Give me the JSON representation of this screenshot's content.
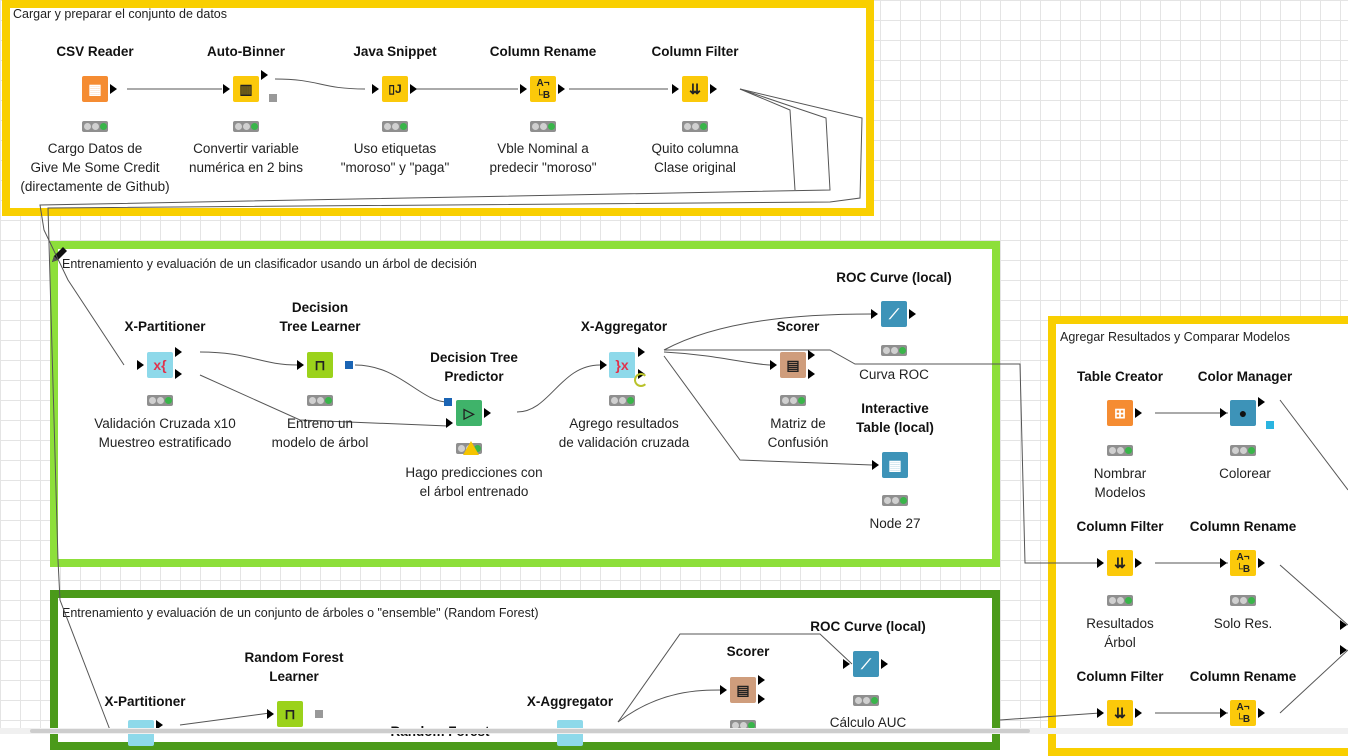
{
  "colors": {
    "annotation_yellow": "#f9cf00",
    "annotation_light_green": "#8ddf3a",
    "annotation_dark_green": "#4b9a1a",
    "source_orange": "#f58c32",
    "manipulator_yellow": "#fbc90a",
    "learner_green": "#9bd21b",
    "predictor_green": "#3fb36a",
    "loop_blue": "#8ed9ea",
    "view_blue": "#3d93b8",
    "other_tan": "#cf9d7c"
  },
  "annotations": {
    "data_prep": "Cargar y preparar el conjunto de datos",
    "decision_tree": "Entrenamiento y evaluación de un clasificador usando un árbol de decisión",
    "random_forest": "Entrenamiento y evaluación de un conjunto de árboles o \"ensemble\" (Random Forest)",
    "compare": "Agregar Resultados y Comparar Modelos"
  },
  "nodes": {
    "csv_reader": {
      "title": "CSV Reader",
      "label": "Cargo Datos de\nGive Me Some Credit\n(directamente de Github)",
      "icon": "table-arrow-icon"
    },
    "auto_binner": {
      "title": "Auto-Binner",
      "label": "Convertir variable\nnumérica en 2 bins",
      "icon": "binner-icon"
    },
    "java_snippet": {
      "title": "Java Snippet",
      "label": "Uso etiquetas\n\"moroso\" y \"paga\"",
      "icon": "java-doc-icon"
    },
    "column_rename_1": {
      "title": "Column Rename",
      "label": "Vble Nominal a\npredecir \"moroso\"",
      "icon": "rename-icon"
    },
    "column_filter_1": {
      "title": "Column Filter",
      "label": "Quito columna\nClase original",
      "icon": "filter-icon"
    },
    "x_partitioner_1": {
      "title": "X-Partitioner",
      "label": "Validación Cruzada x10\nMuestreo estratificado",
      "icon": "loop-start-icon"
    },
    "dt_learner": {
      "title": "Decision\nTree Learner",
      "label": "Entreno un\nmodelo de árbol",
      "icon": "tree-icon"
    },
    "dt_predictor": {
      "title": "Decision Tree\nPredictor",
      "label": "Hago predicciones con\nel árbol entrenado",
      "icon": "predict-icon"
    },
    "x_aggregator_1": {
      "title": "X-Aggregator",
      "label": "Agrego resultados\nde validación cruzada",
      "icon": "loop-end-icon"
    },
    "roc_curve_1": {
      "title": "ROC Curve (local)",
      "label": "Curva ROC",
      "icon": "roc-icon"
    },
    "scorer_1": {
      "title": "Scorer",
      "label": "Matriz de\nConfusión",
      "icon": "scorer-icon"
    },
    "interactive_table": {
      "title": "Interactive\nTable (local)",
      "label": "Node 27",
      "icon": "table-grid-icon"
    },
    "x_partitioner_2": {
      "title": "X-Partitioner",
      "label": "",
      "icon": "loop-start-icon"
    },
    "rf_learner": {
      "title": "Random Forest\nLearner",
      "label": "",
      "icon": "forest-icon"
    },
    "rf_predictor": {
      "title": "Random Forest",
      "label": "",
      "icon": "predict-icon"
    },
    "x_aggregator_2": {
      "title": "X-Aggregator",
      "label": "",
      "icon": "loop-end-icon"
    },
    "scorer_2": {
      "title": "Scorer",
      "label": "",
      "icon": "scorer-icon"
    },
    "roc_curve_2": {
      "title": "ROC Curve (local)",
      "label": "Cálculo AUC",
      "icon": "roc-icon"
    },
    "table_creator": {
      "title": "Table Creator",
      "label": "Nombrar\nModelos",
      "icon": "table-plus-icon"
    },
    "color_manager": {
      "title": "Color Manager",
      "label": "Colorear",
      "icon": "drop-icon"
    },
    "column_filter_2": {
      "title": "Column Filter",
      "label": "Resultados\nÁrbol",
      "icon": "filter-icon"
    },
    "column_rename_2": {
      "title": "Column Rename",
      "label": "Solo Res.",
      "icon": "rename-icon"
    },
    "column_filter_3": {
      "title": "Column Filter",
      "label": "",
      "icon": "filter-icon"
    },
    "column_rename_3": {
      "title": "Column Rename",
      "label": "",
      "icon": "rename-icon"
    }
  }
}
